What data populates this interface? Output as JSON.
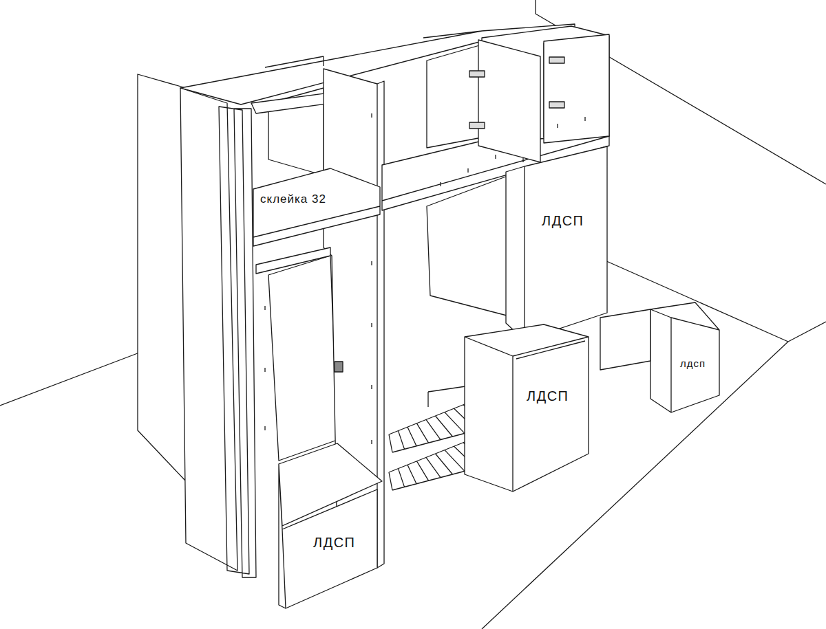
{
  "diagram": {
    "labels": [
      "склейка 32",
      "ЛДСП",
      "ЛДСП",
      "лдсп",
      "ЛДСП"
    ]
  }
}
